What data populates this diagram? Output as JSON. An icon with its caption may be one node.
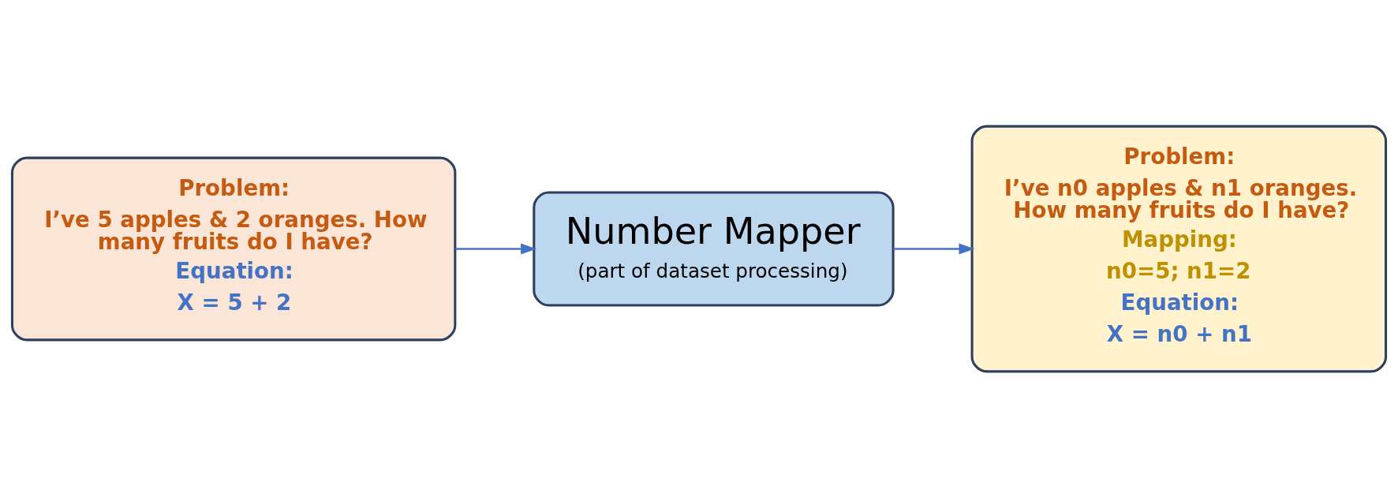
{
  "diagram": {
    "nodes": [
      {
        "text": [
          "Problem:",
          "I’ve 5 apples & 2 oranges. How many fruits do I have?",
          "Equation:",
          "X = 5 + 2"
        ]
      },
      {
        "text": [
          "Number Mapper",
          "(part of dataset processing)"
        ]
      },
      {
        "text": [
          "Problem:",
          "I’ve n0 apples & n1 oranges. How many fruits do I have?",
          "Mapping:",
          "n0=5; n1=2",
          "Equation:",
          "X = n0 + n1"
        ]
      }
    ],
    "edges": [
      {
        "from": 0,
        "to": 1,
        "arrow": "to"
      },
      {
        "from": 1,
        "to": 2,
        "arrow": "to"
      }
    ]
  }
}
